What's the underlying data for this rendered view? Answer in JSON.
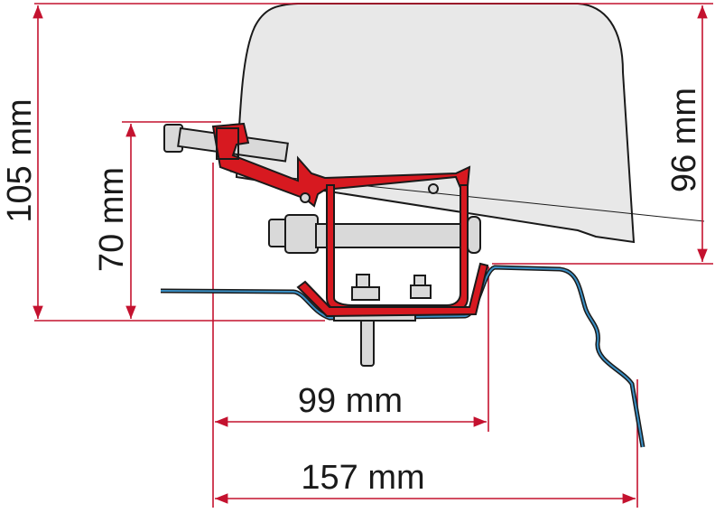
{
  "dimensions": {
    "total_height": "105 mm",
    "bracket_height": "70 mm",
    "awning_height": "96 mm",
    "inner_width": "99 mm",
    "total_width": "157 mm"
  },
  "colors": {
    "dimension_line": "#c4122f",
    "bracket": "#d71920",
    "roof_profile": "#1f5f8b",
    "awning_fill": "#e8e8e8",
    "hardware_fill": "#d9d9d9"
  }
}
